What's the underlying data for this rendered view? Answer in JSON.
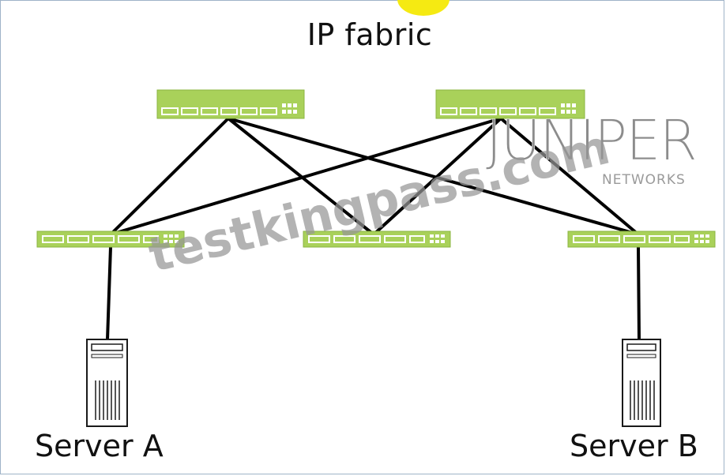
{
  "title": "IP fabric",
  "servers": [
    {
      "label": "Server A"
    },
    {
      "label": "Server B"
    }
  ],
  "logo": {
    "brand": "JUNIPER",
    "sub": "NETWORKS"
  },
  "watermark": "testkingpass.com",
  "colors": {
    "switch_fill": "#a9d15a",
    "switch_port": "#ffffff",
    "link": "#000000",
    "logo": "#8c8c8c",
    "dot": "#f5ea12"
  }
}
